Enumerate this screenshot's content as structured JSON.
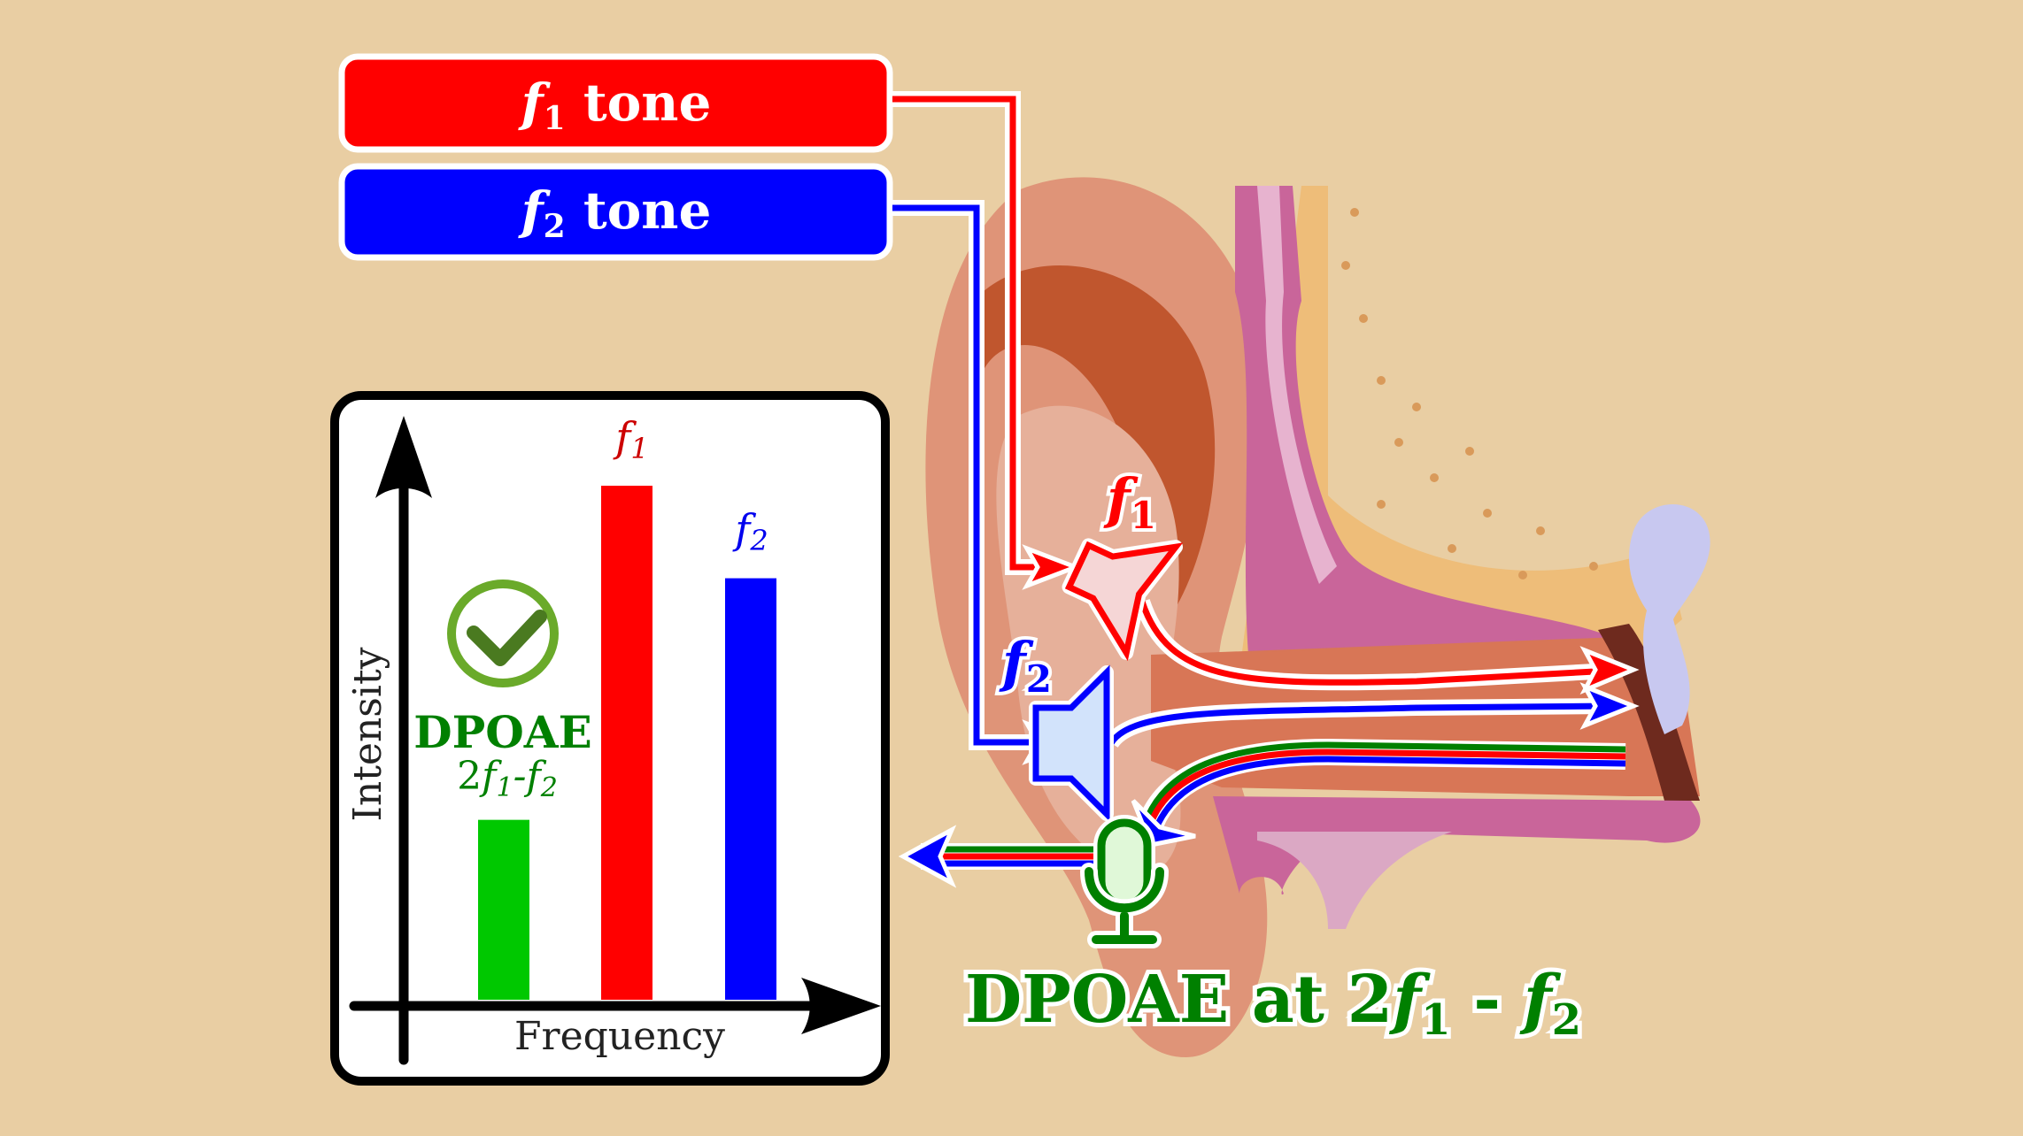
{
  "colors": {
    "background": "#e9cea3",
    "f1": "#ff0000",
    "f2": "#0000ff",
    "dpoae": "#008000",
    "dpoae_bar": "#00c800",
    "check": "#6aaa2a"
  },
  "tones": {
    "f1": {
      "symbol": "f",
      "sub": "1",
      "label": "tone"
    },
    "f2": {
      "symbol": "f",
      "sub": "2",
      "label": "tone"
    }
  },
  "ear_labels": {
    "f1": {
      "symbol": "f",
      "sub": "1"
    },
    "f2": {
      "symbol": "f",
      "sub": "2"
    },
    "dpoae": {
      "prefix": "DPOAE at 2",
      "f1": "f",
      "f1_sub": "1",
      "minus": " - ",
      "f2": "f",
      "f2_sub": "2"
    }
  },
  "icons": {
    "speaker_f1": "speaker-icon",
    "speaker_f2": "speaker-icon",
    "microphone": "microphone-icon",
    "check": "checkmark-circle-icon"
  },
  "chart_data": {
    "type": "bar",
    "xlabel": "Frequency",
    "ylabel": "Intensity",
    "categories": [
      "2f1-f2",
      "f1",
      "f2"
    ],
    "bar_labels": [
      {
        "text": "2",
        "f1": "f",
        "s1": "1",
        "dash": "-",
        "f2": "f",
        "s2": "2"
      },
      {
        "f": "f",
        "s": "1"
      },
      {
        "f": "f",
        "s": "2"
      }
    ],
    "values": [
      35,
      100,
      82
    ],
    "bar_colors": [
      "#00c800",
      "#ff0000",
      "#0000ff"
    ],
    "annotation": "DPOAE",
    "ylim": [
      0,
      115
    ],
    "grid": false
  }
}
